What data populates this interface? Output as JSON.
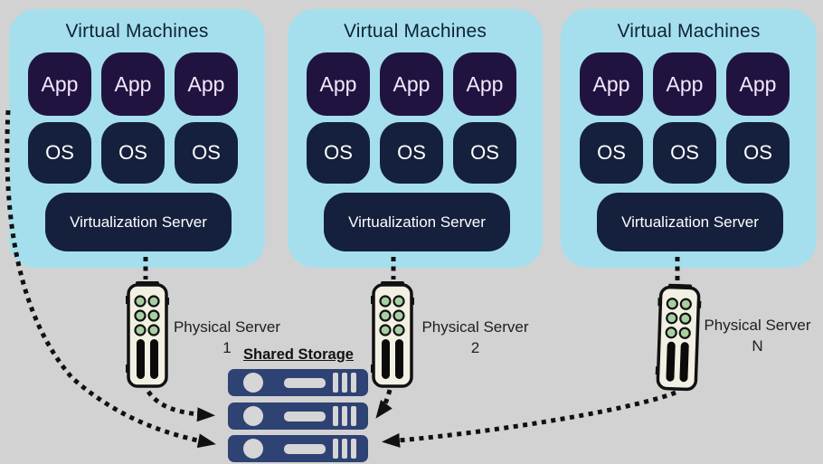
{
  "background_color": "#d2d2d2",
  "colors": {
    "bg": "#d2d2d2",
    "panel_bg": "#a5dfee",
    "app_bg": "#211340",
    "os_bg": "#15203d",
    "vs_bg": "#15203d",
    "storage_bg": "#2e4274",
    "ink": "#111111",
    "title_ink": "#0e2333",
    "app_ink": "#f3e8fb",
    "white": "#ffffff",
    "server_body": "#f2f0e2",
    "led": "#a8cfa2",
    "item_grey": "#d6d6d6",
    "label_ink": "#202020"
  },
  "panels": [
    {
      "title": "Virtual Machines",
      "apps": [
        "App",
        "App",
        "App"
      ],
      "os": [
        "OS",
        "OS",
        "OS"
      ],
      "server_label": "Virtualization Server"
    },
    {
      "title": "Virtual Machines",
      "apps": [
        "App",
        "App",
        "App"
      ],
      "os": [
        "OS",
        "OS",
        "OS"
      ],
      "server_label": "Virtualization Server"
    },
    {
      "title": "Virtual Machines",
      "apps": [
        "App",
        "App",
        "App"
      ],
      "os": [
        "OS",
        "OS",
        "OS"
      ],
      "server_label": "Virtualization Server"
    }
  ],
  "physical_servers": [
    {
      "label": "Physical Server",
      "number": "1"
    },
    {
      "label": "Physical Server",
      "number": "2"
    },
    {
      "label": "Physical Server",
      "number": "N"
    }
  ],
  "storage": {
    "title": "Shared Storage",
    "unit_count": 3
  },
  "icons": {
    "physical_server": "server-tower-icon",
    "storage_unit": "storage-rack-icon",
    "connector": "dotted-arrow"
  }
}
